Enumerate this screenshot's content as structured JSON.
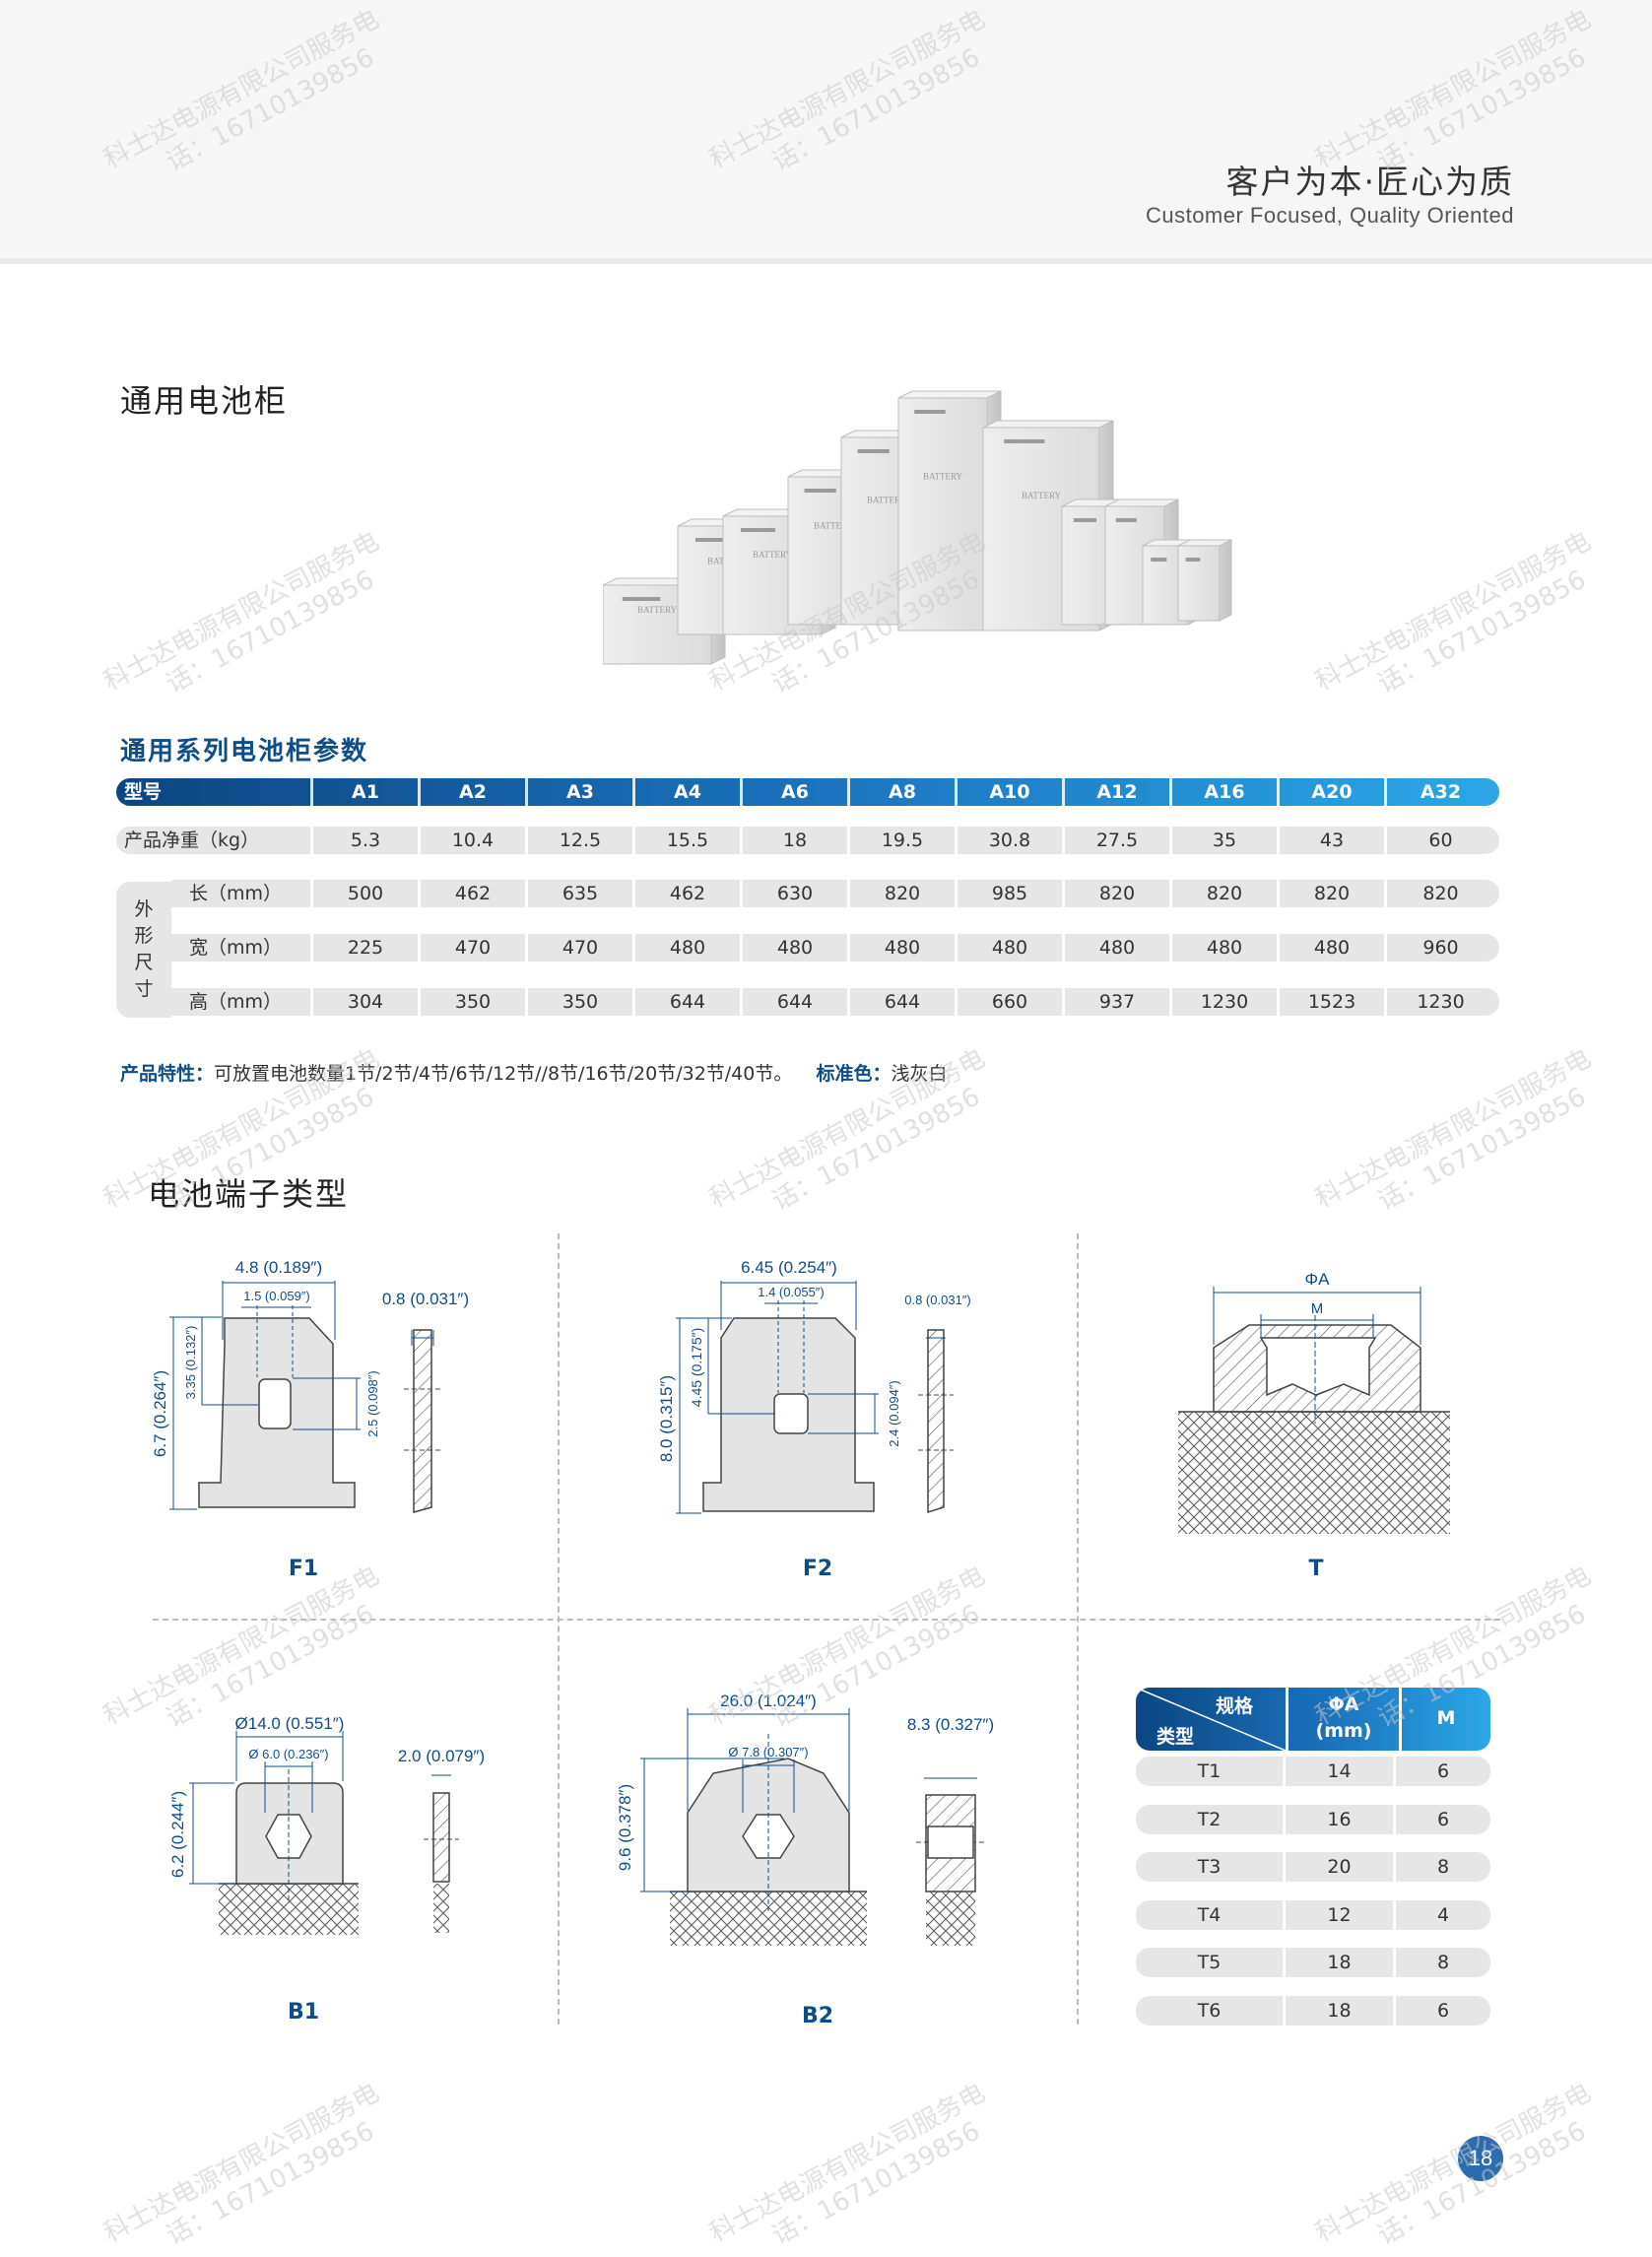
{
  "header": {
    "slogan_cn": "客户为本·匠心为质",
    "slogan_en": "Customer Focused, Quality Oriented"
  },
  "section1": {
    "title": "通用电池柜",
    "product_photo_label": "BATTERY"
  },
  "spec": {
    "title": "通用系列电池柜参数",
    "header_label": "型号",
    "models": [
      "A1",
      "A2",
      "A3",
      "A4",
      "A6",
      "A8",
      "A10",
      "A12",
      "A16",
      "A20",
      "A32"
    ],
    "weight_label": "产品净重（kg）",
    "weight": [
      "5.3",
      "10.4",
      "12.5",
      "15.5",
      "18",
      "19.5",
      "30.8",
      "27.5",
      "35",
      "43",
      "60"
    ],
    "dim_group_label": "外形尺寸",
    "dim_group_chars": [
      "外",
      "形",
      "尺",
      "寸"
    ],
    "length_label": "长（mm）",
    "length": [
      "500",
      "462",
      "635",
      "462",
      "630",
      "820",
      "985",
      "820",
      "820",
      "820",
      "820"
    ],
    "width_label": "宽（mm）",
    "width": [
      "225",
      "470",
      "470",
      "480",
      "480",
      "480",
      "480",
      "480",
      "480",
      "480",
      "960"
    ],
    "height_label": "高（mm）",
    "height": [
      "304",
      "350",
      "350",
      "644",
      "644",
      "644",
      "660",
      "937",
      "1230",
      "1523",
      "1230"
    ]
  },
  "features": {
    "label": "产品特性：",
    "text": "可放置电池数量1节/2节/4节/6节/12节//8节/16节/20节/32节/40节。",
    "color_label": "标准色：",
    "color_text": "浅灰白"
  },
  "section2": {
    "title": "电池端子类型"
  },
  "terminals": {
    "F1": {
      "label": "F1",
      "width": "4.8 (0.189″)",
      "hole_w": "1.5 (0.059″)",
      "thick": "0.8 (0.031″)",
      "height": "6.7 (0.264″)",
      "hole_y": "3.35 (0.132″)",
      "hole_h": "2.5 (0.098″)"
    },
    "F2": {
      "label": "F2",
      "width": "6.45 (0.254″)",
      "hole_w": "1.4 (0.055″)",
      "thick": "0.8 (0.031″)",
      "height": "8.0 (0.315″)",
      "hole_y": "4.45 (0.175″)",
      "hole_h": "2.4 (0.094″)"
    },
    "T": {
      "label": "T",
      "dim_a": "ΦA",
      "dim_m": "M"
    },
    "B1": {
      "label": "B1",
      "dia": "Ø14.0 (0.551″)",
      "hole": "Ø 6.0 (0.236″)",
      "thick": "2.0 (0.079″)",
      "height": "6.2 (0.244″)"
    },
    "B2": {
      "label": "B2",
      "width": "26.0 (1.024″)",
      "hole": "Ø 7.8 (0.307″)",
      "thick": "8.3 (0.327″)",
      "height": "9.6 (0.378″)"
    }
  },
  "t_table": {
    "head_spec": "规格",
    "head_type": "类型",
    "head_a": "ΦA",
    "head_a_unit": "(mm)",
    "head_m": "M",
    "rows": [
      {
        "type": "T1",
        "a": "14",
        "m": "6"
      },
      {
        "type": "T2",
        "a": "16",
        "m": "6"
      },
      {
        "type": "T3",
        "a": "20",
        "m": "8"
      },
      {
        "type": "T4",
        "a": "12",
        "m": "4"
      },
      {
        "type": "T5",
        "a": "18",
        "m": "8"
      },
      {
        "type": "T6",
        "a": "18",
        "m": "6"
      }
    ]
  },
  "watermark": {
    "line1": "科士达电源有限公司服务电",
    "line2": "话：16710139856"
  },
  "page_number": "18",
  "colors": {
    "brand_blue": "#0d4d8a",
    "accent_blue": "#2ca7e6",
    "row_grey": "#e6e6e6"
  }
}
